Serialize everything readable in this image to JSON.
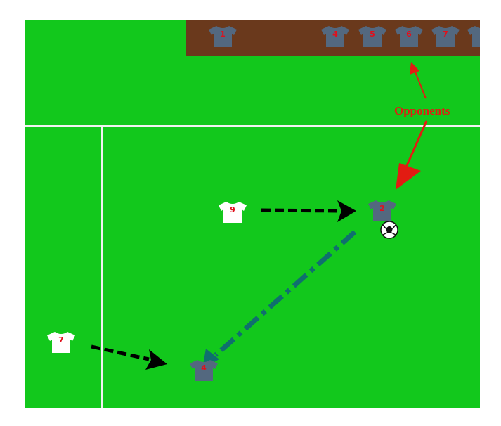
{
  "colors": {
    "pitch": "#12c81c",
    "bench": "#6a391c",
    "line": "#f2f2f2",
    "opponent_shirt": "#53687f",
    "teammate_shirt": "#ffffff",
    "number": "#e0101c",
    "annotation": "#e21b12",
    "run_arrow": "#000000",
    "pass_arrow": "#0f6f6e"
  },
  "bench": {
    "player_numbers": [
      "1",
      "4",
      "5",
      "6",
      "7"
    ]
  },
  "annotation": {
    "label": "Opponents"
  },
  "players": {
    "teammate_9": "9",
    "teammate_7": "7",
    "opponent_2": "2",
    "opponent_receiver": "4"
  }
}
